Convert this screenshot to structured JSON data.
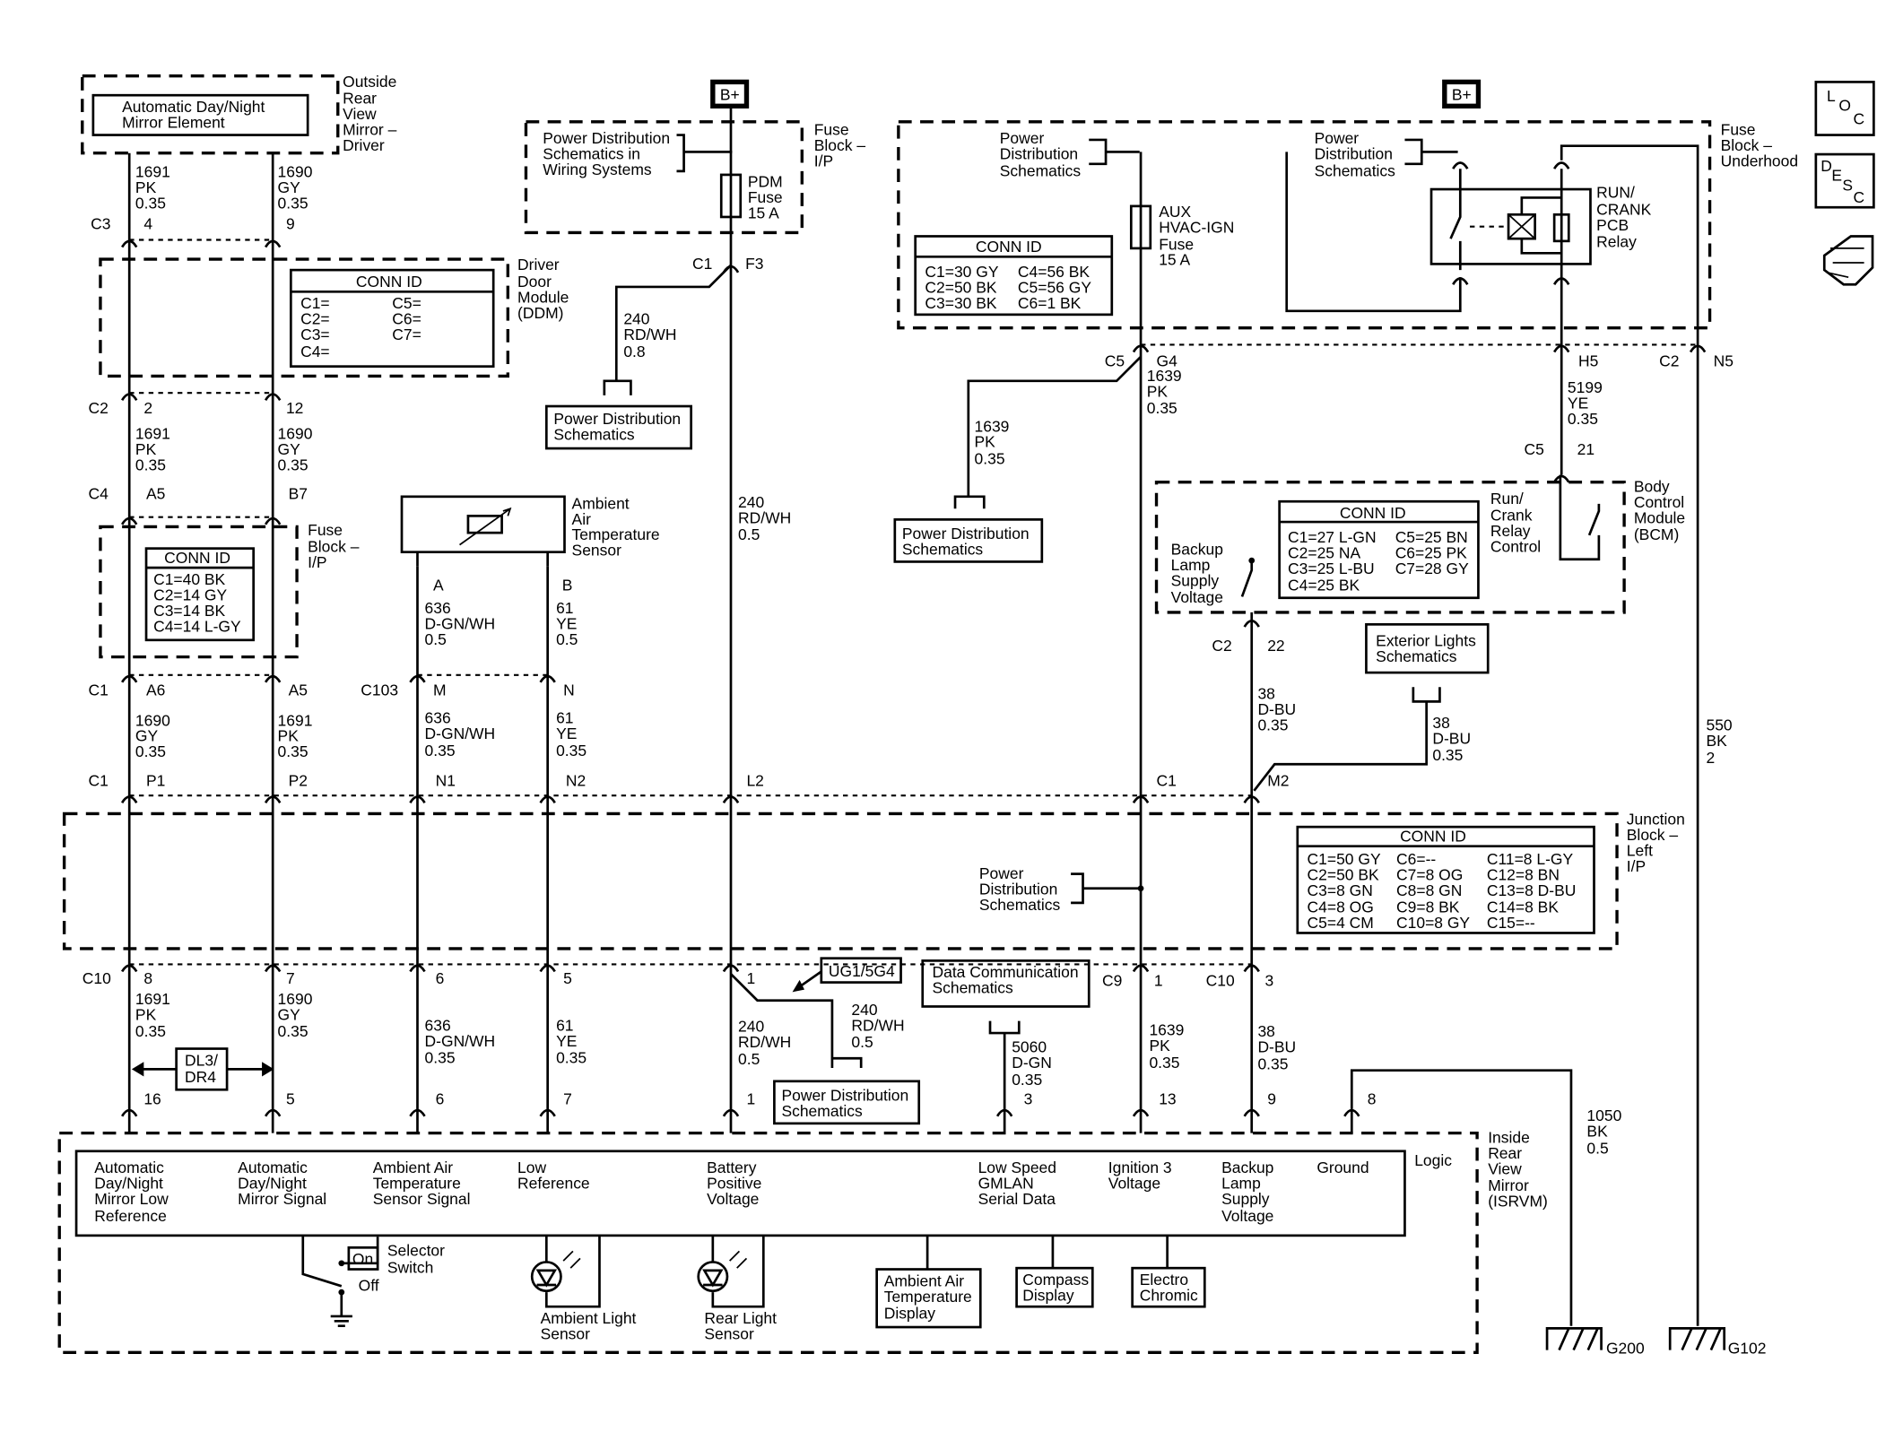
{
  "batt": "B+",
  "outside_mirror": {
    "element": [
      "Automatic Day/Night",
      "Mirror Element"
    ],
    "label": [
      "Outside",
      "Rear",
      "View",
      "Mirror –",
      "Driver"
    ]
  },
  "ddm": {
    "label": [
      "Driver",
      "Door",
      "Module",
      "(DDM)"
    ],
    "conn_title": "CONN ID",
    "c1": "C1=",
    "c2": "C2=",
    "c3": "C3=",
    "c4": "C4=",
    "c5": "C5=",
    "c6": "C6=",
    "c7": "C7="
  },
  "fuse_ip_upper": {
    "label": [
      "Fuse",
      "Block –",
      "I/P"
    ],
    "pds": [
      "Power Distribution",
      "Schematics in",
      "Wiring Systems"
    ],
    "fuse": [
      "PDM",
      "Fuse",
      "15 A"
    ],
    "c1": "C1",
    "f3": "F3"
  },
  "fuse_ip_left": {
    "label": [
      "Fuse",
      "Block –",
      "I/P"
    ],
    "conn_title": "CONN ID",
    "rows": [
      "C1=40 BK",
      "C2=14 GY",
      "C3=14 BK",
      "C4=14 L-GY"
    ]
  },
  "fuse_underhood": {
    "label": [
      "Fuse",
      "Block –",
      "Underhood"
    ],
    "pds1": [
      "Power",
      "Distribution",
      "Schematics"
    ],
    "pds2": [
      "Power",
      "Distribution",
      "Schematics"
    ],
    "aux": [
      "AUX",
      "HVAC-IGN",
      "Fuse",
      "15 A"
    ],
    "relay": [
      "RUN/",
      "CRANK",
      "PCB",
      "Relay"
    ],
    "conn_title": "CONN ID",
    "rows_left": [
      "C1=30 GY",
      "C2=50 BK",
      "C3=30 BK"
    ],
    "rows_right": [
      "C4=56 BK",
      "C5=56 GY",
      "C6=1 BK"
    ]
  },
  "loc": [
    "L",
    "O",
    "C"
  ],
  "desc": [
    "D",
    "E",
    "S",
    "C"
  ],
  "sensor": {
    "label": [
      "Ambient",
      "Air",
      "Temperature",
      "Sensor"
    ],
    "a": "A",
    "b": "B"
  },
  "bcm": {
    "label": [
      "Body",
      "Control",
      "Module",
      "(BCM)"
    ],
    "relay_ctrl": [
      "Run/",
      "Crank",
      "Relay",
      "Control"
    ],
    "backup": [
      "Backup",
      "Lamp",
      "Supply",
      "Voltage"
    ],
    "conn_title": "CONN ID",
    "rows_left": [
      "C1=27 L-GN",
      "C2=25 NA",
      "C3=25 L-BU",
      "C4=25 BK"
    ],
    "rows_right": [
      "C5=25 BN",
      "C6=25 PK",
      "C7=28 GY"
    ]
  },
  "ext_lights": [
    "Exterior Lights",
    "Schematics"
  ],
  "junction": {
    "label": [
      "Junction",
      "Block –",
      "Left",
      "I/P"
    ],
    "conn_title": "CONN ID",
    "col1": [
      "C1=50 GY",
      "C2=50 BK",
      "C3=8 GN",
      "C4=8 OG",
      "C5=4 CM"
    ],
    "col2": [
      "C6=--",
      "C7=8 OG",
      "C8=8 GN",
      "C9=8 BK",
      "C10=8 GY"
    ],
    "col3": [
      "C11=8 L-GY",
      "C12=8 BN",
      "C13=8 D-BU",
      "C14=8 BK",
      "C15=--"
    ],
    "pds": [
      "Power",
      "Distribution",
      "Schematics"
    ]
  },
  "pds_box": [
    "Power Distribution",
    "Schematics"
  ],
  "data_comm": [
    "Data Communication",
    "Schematics"
  ],
  "ug": "UG1/5G4",
  "dl3": [
    "DL3/",
    "DR4"
  ],
  "wires": {
    "w1691": [
      "1691",
      "PK",
      "0.35"
    ],
    "w1690": [
      "1690",
      "GY",
      "0.35"
    ],
    "w1690b": [
      "1690",
      "GY",
      "0.35"
    ],
    "w1691b": [
      "1691",
      "PK",
      "0.35"
    ],
    "w1690c": [
      "1690",
      "GY",
      "0.35"
    ],
    "w1691c": [
      "1691",
      "PK",
      "0.35"
    ],
    "w1691d": [
      "1691",
      "PK",
      "0.35"
    ],
    "w1690d": [
      "1690",
      "GY",
      "0.35"
    ],
    "w636a": [
      "636",
      "D-GN/WH",
      "0.5"
    ],
    "w61a": [
      "61",
      "YE",
      "0.5"
    ],
    "w636b": [
      "636",
      "D-GN/WH",
      "0.35"
    ],
    "w61b": [
      "61",
      "YE",
      "0.35"
    ],
    "w636c": [
      "636",
      "D-GN/WH",
      "0.35"
    ],
    "w61c": [
      "61",
      "YE",
      "0.35"
    ],
    "w240a": [
      "240",
      "RD/WH",
      "0.8"
    ],
    "w240b": [
      "240",
      "RD/WH",
      "0.5"
    ],
    "w240c": [
      "240",
      "RD/WH",
      "0.5"
    ],
    "w240d": [
      "240",
      "RD/WH",
      "0.5"
    ],
    "w1639a": [
      "1639",
      "PK",
      "0.35"
    ],
    "w1639b": [
      "1639",
      "PK",
      "0.35"
    ],
    "w1639c": [
      "1639",
      "PK",
      "0.35"
    ],
    "w5199": [
      "5199",
      "YE",
      "0.35"
    ],
    "w38a": [
      "38",
      "D-BU",
      "0.35"
    ],
    "w38b": [
      "38",
      "D-BU",
      "0.35"
    ],
    "w38c": [
      "38",
      "D-BU",
      "0.35"
    ],
    "w550": [
      "550",
      "BK",
      "2"
    ],
    "w5060": [
      "5060",
      "D-GN",
      "0.35"
    ],
    "w1050": [
      "1050",
      "BK",
      "0.5"
    ]
  },
  "connectors": {
    "c3": "C3",
    "c3_4": "4",
    "c3_9": "9",
    "c2": "C2",
    "c2_2": "2",
    "c2_12": "12",
    "c4": "C4",
    "c4_a5": "A5",
    "c4_b7": "B7",
    "c1": "C1",
    "c1_a6": "A6",
    "c1_a5": "A5",
    "c103": "C103",
    "c103_m": "M",
    "c103_n": "N",
    "jc1": "C1",
    "p1": "P1",
    "p2": "P2",
    "n1": "N1",
    "n2": "N2",
    "l2": "L2",
    "jc1b": "C1",
    "m2": "M2",
    "c10": "C10",
    "c10_8": "8",
    "c10_7": "7",
    "c10_6": "6",
    "c10_5": "5",
    "c10_1": "1",
    "c9": "C9",
    "c9_1": "1",
    "c10b": "C10",
    "c10b_3": "3",
    "c5": "C5",
    "g4": "G4",
    "h5": "H5",
    "c2r": "C2",
    "n5": "N5",
    "c5b": "C5",
    "c5b_21": "21",
    "c2b": "C2",
    "c2b_22": "22",
    "p16": "16",
    "p5": "5",
    "p6": "6",
    "p7": "7",
    "p1b": "1",
    "p3": "3",
    "p13": "13",
    "p9": "9",
    "p8": "8"
  },
  "isrvm": {
    "label": [
      "Inside",
      "Rear",
      "View",
      "Mirror",
      "(ISRVM)"
    ],
    "logic": "Logic",
    "pins": {
      "p1": [
        "Automatic",
        "Day/Night",
        "Mirror Low",
        "Reference"
      ],
      "p2": [
        "Automatic",
        "Day/Night",
        "Mirror Signal"
      ],
      "p3": [
        "Ambient Air",
        "Temperature",
        "Sensor Signal"
      ],
      "p4": [
        "Low",
        "Reference"
      ],
      "p5": [
        "Battery",
        "Positive",
        "Voltage"
      ],
      "p6": [
        "Low Speed",
        "GMLAN",
        "Serial Data"
      ],
      "p7": [
        "Ignition 3",
        "Voltage"
      ],
      "p8": [
        "Backup",
        "Lamp",
        "Supply",
        "Voltage"
      ],
      "p9": [
        "Ground"
      ]
    },
    "selector": [
      "Selector",
      "Switch"
    ],
    "on": "On",
    "off": "Off",
    "amb_light": [
      "Ambient Light",
      "Sensor"
    ],
    "rear_light": [
      "Rear Light",
      "Sensor"
    ],
    "amb_disp": [
      "Ambient Air",
      "Temperature",
      "Display"
    ],
    "compass": [
      "Compass",
      "Display"
    ],
    "electro": [
      "Electro",
      "Chromic"
    ]
  },
  "grounds": {
    "g200": "G200",
    "g102": "G102"
  }
}
